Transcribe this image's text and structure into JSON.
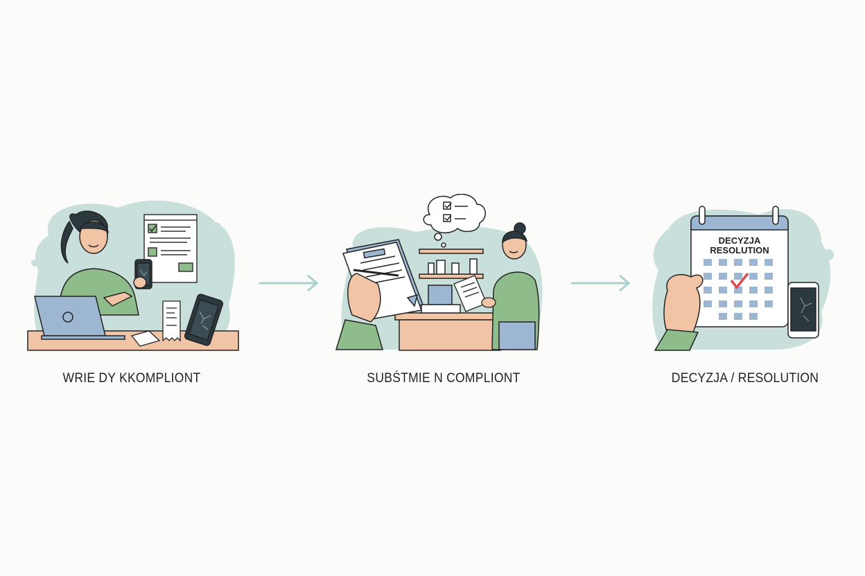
{
  "steps": [
    {
      "caption": "WRIE DY KKOMPLIONT"
    },
    {
      "caption": "SUBŚTMIE N COMPLIONT"
    },
    {
      "caption": "DECYZJA / RESOLUTION"
    }
  ],
  "calendar": {
    "line1": "DECYZJA",
    "line2": "RESOLUTION"
  },
  "colors": {
    "blob": "#c9dfdb",
    "shirt": "#8fbc8b",
    "desk": "#f2c4a6",
    "laptop": "#9db7d2",
    "arrow": "#a9d0cc",
    "check": "#e0454b"
  }
}
